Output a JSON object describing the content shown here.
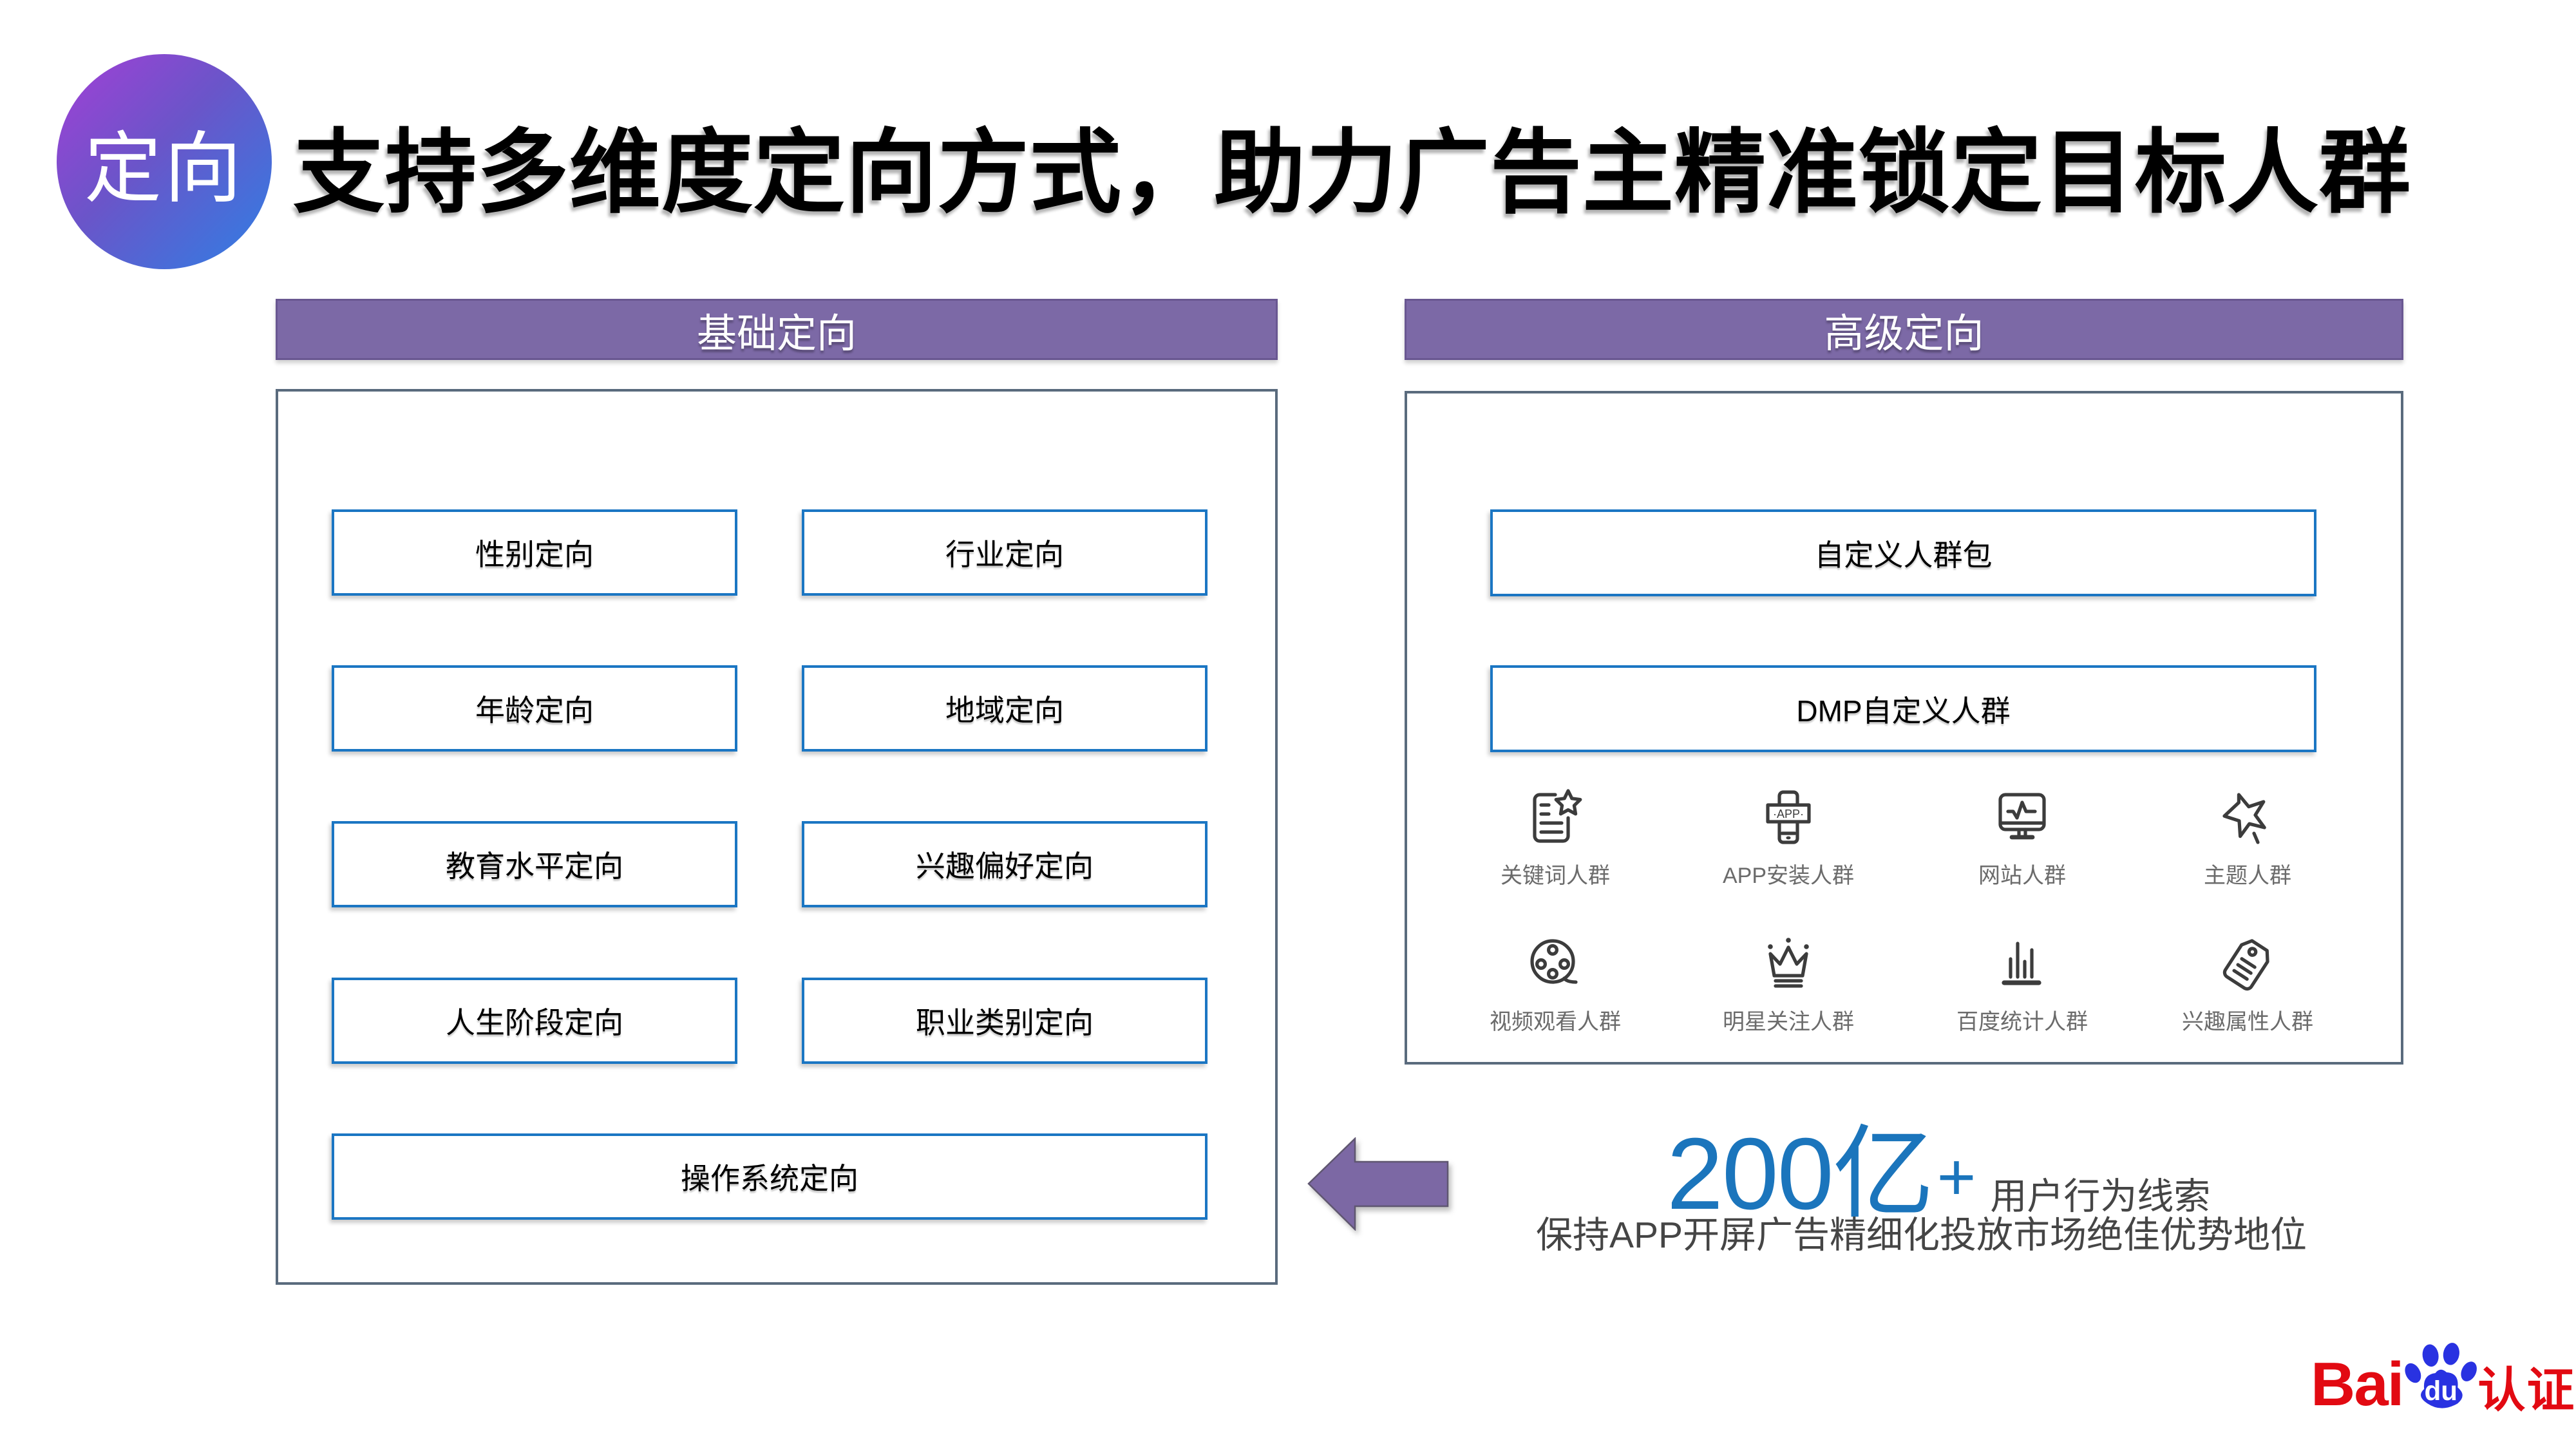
{
  "badge": {
    "label": "定向"
  },
  "title": "支持多维度定向方式，助力广告主精准锁定目标人群",
  "panels": {
    "basic": {
      "header": "基础定向",
      "boxes": [
        "性别定向",
        "行业定向",
        "年龄定向",
        "地域定向",
        "教育水平定向",
        "兴趣偏好定向",
        "人生阶段定向",
        "职业类别定向"
      ],
      "wide_box": "操作系统定向"
    },
    "advanced": {
      "header": "高级定向",
      "boxes": [
        "自定义人群包",
        "DMP自定义人群"
      ],
      "audience_items": [
        {
          "icon": "keyword-doc-star-icon",
          "label": "关键词人群"
        },
        {
          "icon": "app-install-phone-icon",
          "label": "APP安装人群"
        },
        {
          "icon": "website-monitor-icon",
          "label": "网站人群"
        },
        {
          "icon": "theme-star-icon",
          "label": "主题人群"
        },
        {
          "icon": "video-reel-icon",
          "label": "视频观看人群"
        },
        {
          "icon": "crown-icon",
          "label": "明星关注人群"
        },
        {
          "icon": "stats-bars-icon",
          "label": "百度统计人群"
        },
        {
          "icon": "interest-tag-icon",
          "label": "兴趣属性人群"
        }
      ],
      "app_icon_text": "·APP·"
    },
    "highlight": {
      "number": "200亿",
      "plus": "+",
      "suffix": "用户行为线索",
      "description": "保持APP开屏广告精细化投放市场绝佳优势地位"
    }
  },
  "logo": {
    "bai": "Bai",
    "du": "du",
    "suffix": "认证"
  },
  "colors": {
    "header_bar_purple": "#7c69a6",
    "badge_gradient_start": "#a33fd6",
    "badge_gradient_end": "#2f7fe4",
    "box_border_blue": "#1b76c3",
    "panel_border_slate": "#5a6b7d",
    "number_blue": "#1b75bc",
    "arrow_purple": "#7c68a4",
    "logo_red": "#e20a12",
    "logo_blue": "#2932e1"
  }
}
